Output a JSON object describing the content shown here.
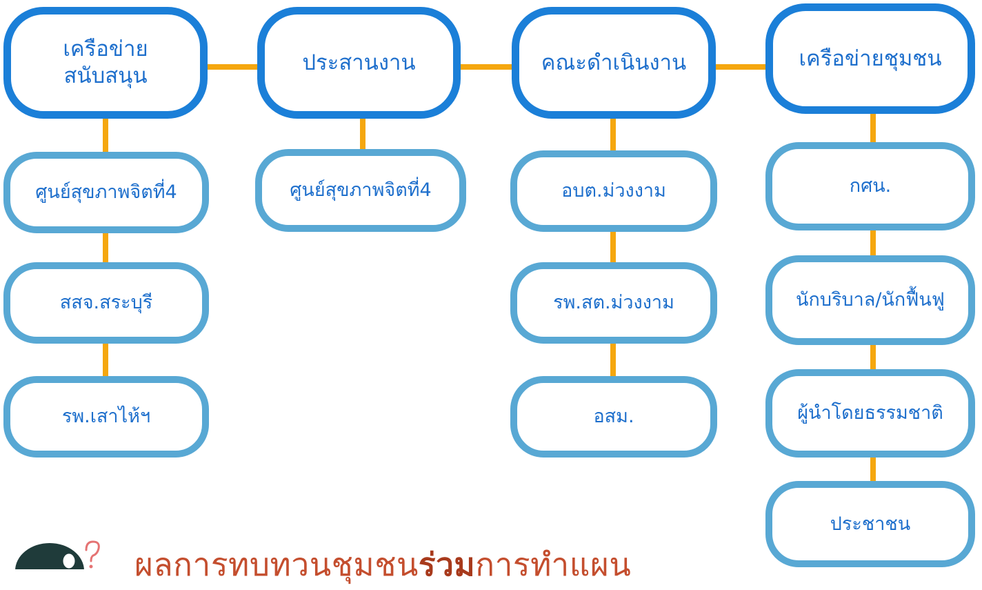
{
  "columns": [
    {
      "header": "เครือข่าย\nสนับสนุน",
      "items": [
        "ศูนย์สุขภาพจิตที่4",
        "สสจ.สระบุรี",
        "รพ.เสาไห้ฯ"
      ]
    },
    {
      "header": "ประสานงาน",
      "items": [
        "ศูนย์สุขภาพจิตที่4"
      ]
    },
    {
      "header": "คณะดำเนินงาน",
      "items": [
        "อบต.ม่วงงาม",
        "รพ.สต.ม่วงงาม",
        "อสม."
      ]
    },
    {
      "header": "เครือข่ายชุมชน",
      "items": [
        "กศน.",
        "นักบริบาล/นักฟื้นฟู",
        "ผู้นำโดยธรรมชาติ",
        "ประชาชน"
      ]
    }
  ],
  "caption": {
    "prefix": "ผลการทบทวนชุมชน",
    "bold": "ร่วม",
    "suffix": "การทำแผน"
  },
  "colors": {
    "connector": "#f5a70f",
    "header_border": "#1b7fd8",
    "item_border": "#58a8d4",
    "text": "#1e6fcc",
    "caption": "#c44e2e"
  }
}
